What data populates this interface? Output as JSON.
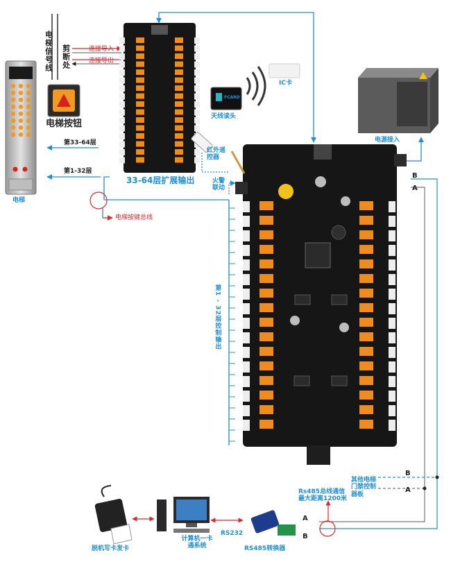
{
  "labels": {
    "elevator_signal_line": "电梯信号线",
    "cut_point": "剪断处",
    "connect_in": "连接导入",
    "connect_out": "连接导出",
    "elevator_button": "电梯按钮",
    "floors_33_64": "第33-64层",
    "floors_1_32": "第1-32层",
    "elevator": "电梯",
    "elevator_button_bus": "电梯按键总线",
    "ic_card": "IC卡",
    "fcard": "FCARD",
    "antenna_reader": "天线读头",
    "ir_remote": "红外遥控器",
    "expansion_output": "33-64层扩展输出",
    "fire_alarm": "火警联动",
    "power_input": "电源接入",
    "control_output": "第1 - 32层控制输出",
    "terminal_b_top": "B",
    "terminal_a_top": "A",
    "other_elevator_controllers": "其他电梯门禁控制器板",
    "terminal_b_right": "B",
    "terminal_a_right": "A",
    "rs485_bus": "Rs485总线通信最大距离1200米",
    "terminal_a_bottom": "A",
    "terminal_b_bottom": "B",
    "offline_card_issuer": "脱机写卡发卡",
    "computer_system": "计算机一卡通系统",
    "rs232": "RS232",
    "rs485_converter": "RS485转换器"
  },
  "colors": {
    "blue": "#1e8fd6",
    "red": "#e0262a",
    "board": "#161616",
    "relay": "#f08c1e",
    "connector": "#eeeeee",
    "cabinet": "#5b5b5b"
  }
}
